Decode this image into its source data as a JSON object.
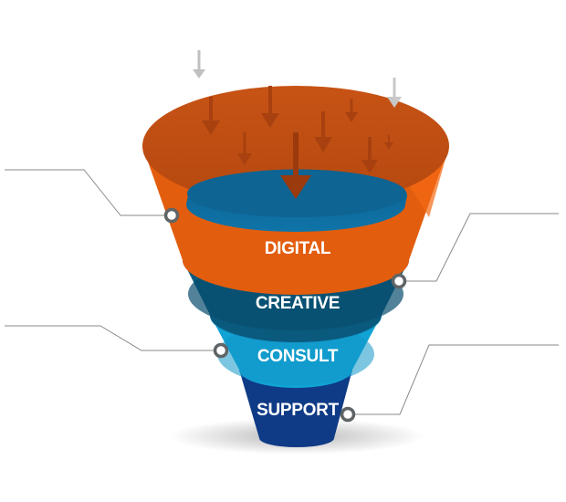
{
  "funnel": {
    "stages": [
      {
        "label": "DIGITAL",
        "color": "#e35d0e"
      },
      {
        "label": "CREATIVE",
        "color": "#0a5a7e"
      },
      {
        "label": "CONSULT",
        "color": "#10a3d3"
      },
      {
        "label": "SUPPORT",
        "color": "#0f3a86"
      }
    ],
    "rim_color": "#c85010",
    "inner_color": "#0e6a99",
    "connector_color": "#7a7a7a",
    "arrow_color": "#b94410"
  }
}
